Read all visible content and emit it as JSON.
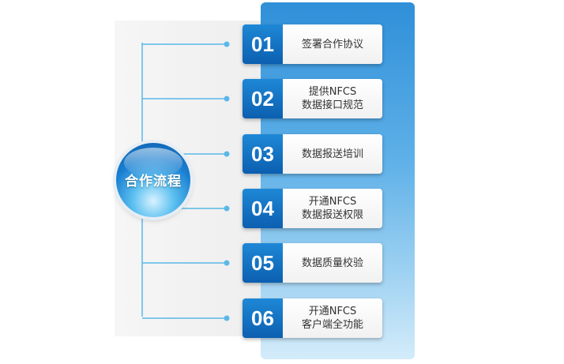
{
  "hub": {
    "label": "合作流程"
  },
  "steps": [
    {
      "number": "01",
      "lines": [
        "签署合作协议"
      ]
    },
    {
      "number": "02",
      "lines": [
        "提供NFCS",
        "数据接口规范"
      ]
    },
    {
      "number": "03",
      "lines": [
        "数据报送培训"
      ]
    },
    {
      "number": "04",
      "lines": [
        "开通NFCS",
        "数据报送权限"
      ]
    },
    {
      "number": "05",
      "lines": [
        "数据质量校验"
      ]
    },
    {
      "number": "06",
      "lines": [
        "开通NFCS",
        "客户端全功能"
      ]
    }
  ],
  "colors": {
    "accent_blue": "#1a7fd1",
    "number_box": "#0c5fb0",
    "connector": "#5ab8e8",
    "text": "#333333"
  }
}
